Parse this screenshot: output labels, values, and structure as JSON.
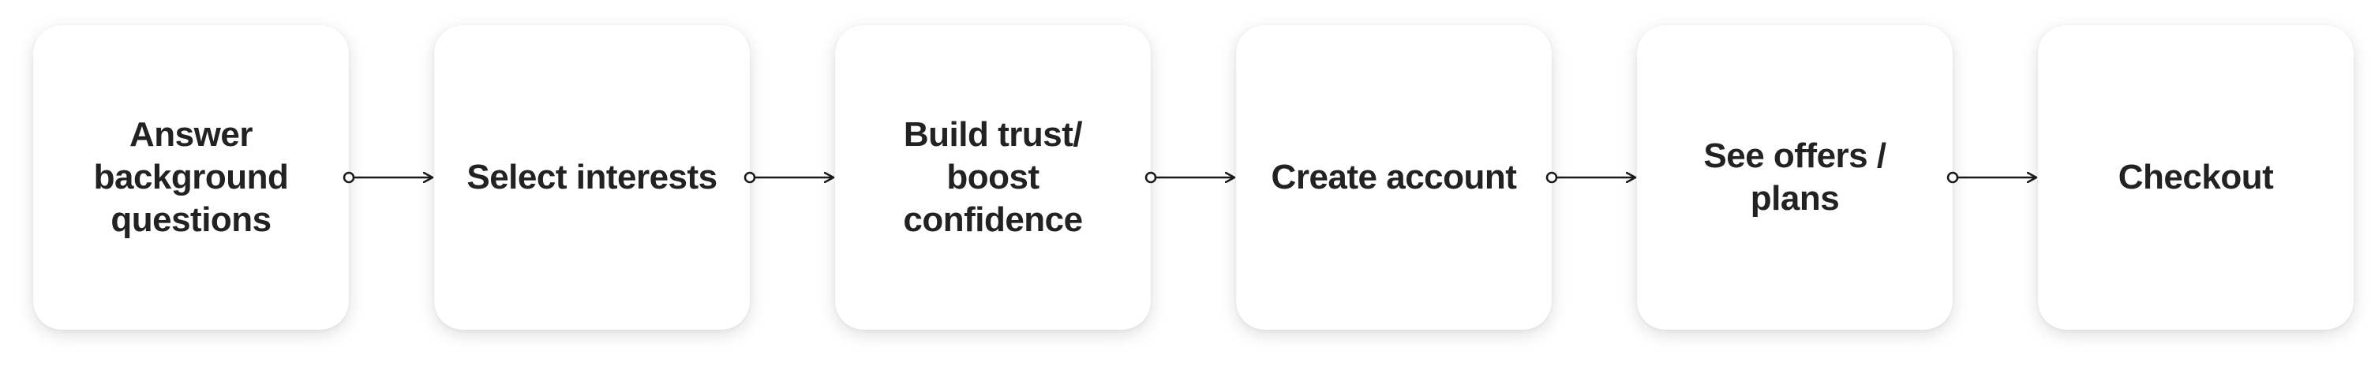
{
  "steps": [
    {
      "label": "Answer background questions"
    },
    {
      "label": "Select interests"
    },
    {
      "label": "Build trust/ boost confidence"
    },
    {
      "label": "Create account"
    },
    {
      "label": "See offers / plans"
    },
    {
      "label": "Checkout"
    }
  ],
  "colors": {
    "text": "#222222",
    "connector": "#1a1a1a",
    "card": "#ffffff"
  }
}
